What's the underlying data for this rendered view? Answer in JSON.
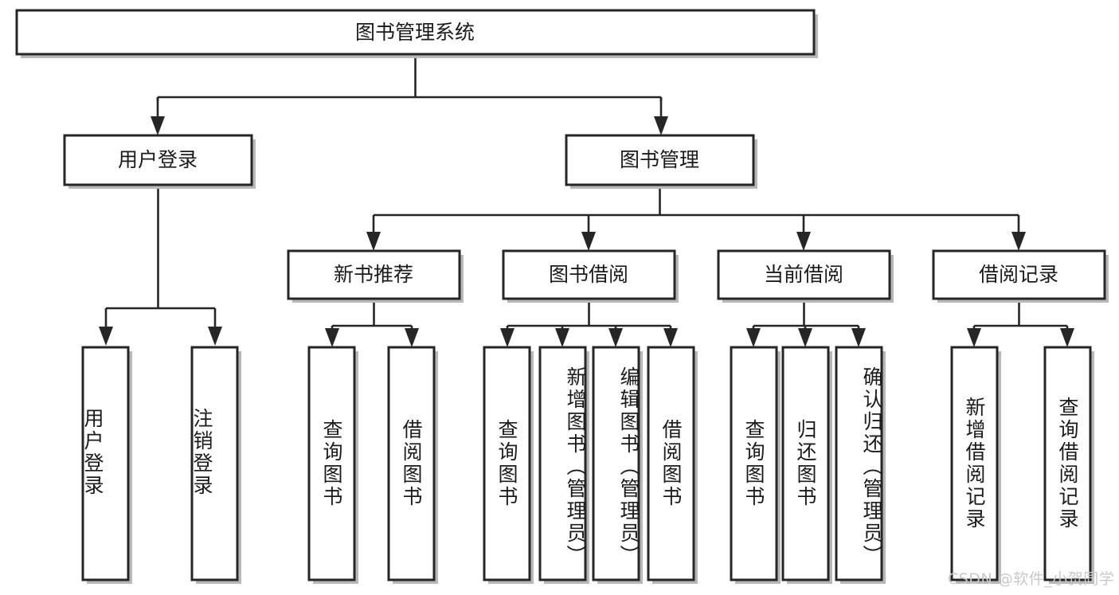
{
  "diagram": {
    "type": "tree-hierarchy",
    "title": "图书管理系统",
    "orientation": "top-down",
    "colors": {
      "box_stroke": "#262626",
      "box_fill": "#ffffff",
      "line": "#262626",
      "shadow": "#b8b8b8",
      "text": "#1b1b1b",
      "watermark": "#c9c9c9",
      "background": "#ffffff"
    },
    "root": {
      "label": "图书管理系统"
    },
    "level2": [
      {
        "label": "用户登录"
      },
      {
        "label": "图书管理"
      }
    ],
    "level3": [
      {
        "label": "新书推荐"
      },
      {
        "label": "图书借阅"
      },
      {
        "label": "当前借阅"
      },
      {
        "label": "借阅记录"
      }
    ],
    "leaves": {
      "user_login": [
        {
          "label": "用户登录"
        },
        {
          "label": "注销登录"
        }
      ],
      "new_book_recommend": [
        {
          "label": "查询图书"
        },
        {
          "label": "借阅图书"
        }
      ],
      "book_borrow": [
        {
          "label": "查询图书"
        },
        {
          "label": "新增图书（管理员）"
        },
        {
          "label": "编辑图书（管理员）"
        },
        {
          "label": "借阅图书"
        }
      ],
      "current_borrow": [
        {
          "label": "查询图书"
        },
        {
          "label": "归还图书"
        },
        {
          "label": "确认归还（管理员）"
        }
      ],
      "borrow_record": [
        {
          "label": "新增借阅记录"
        },
        {
          "label": "查询借阅记录"
        }
      ]
    }
  },
  "watermark": {
    "text": "CSDN @软件_小贺同学"
  }
}
